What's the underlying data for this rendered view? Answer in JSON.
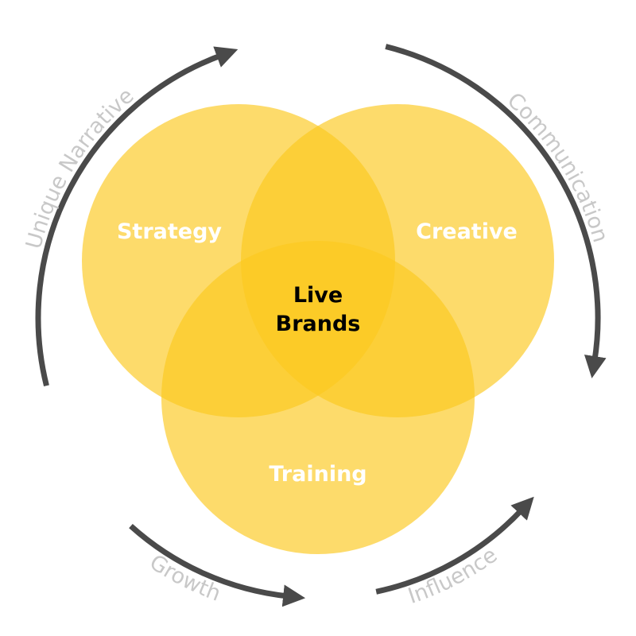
{
  "circles": [
    {
      "label": "Strategy"
    },
    {
      "label": "Creative"
    },
    {
      "label": "Training"
    }
  ],
  "center": {
    "line1": "Live",
    "line2": "Brands"
  },
  "cycle": [
    {
      "label": "Unique Narrative"
    },
    {
      "label": "Communication"
    },
    {
      "label": "Influence"
    },
    {
      "label": "Growth"
    }
  ],
  "colors": {
    "circle": "#fcc81e",
    "arrow": "#4a4a4a",
    "cycle_text": "#c8c8c8"
  }
}
